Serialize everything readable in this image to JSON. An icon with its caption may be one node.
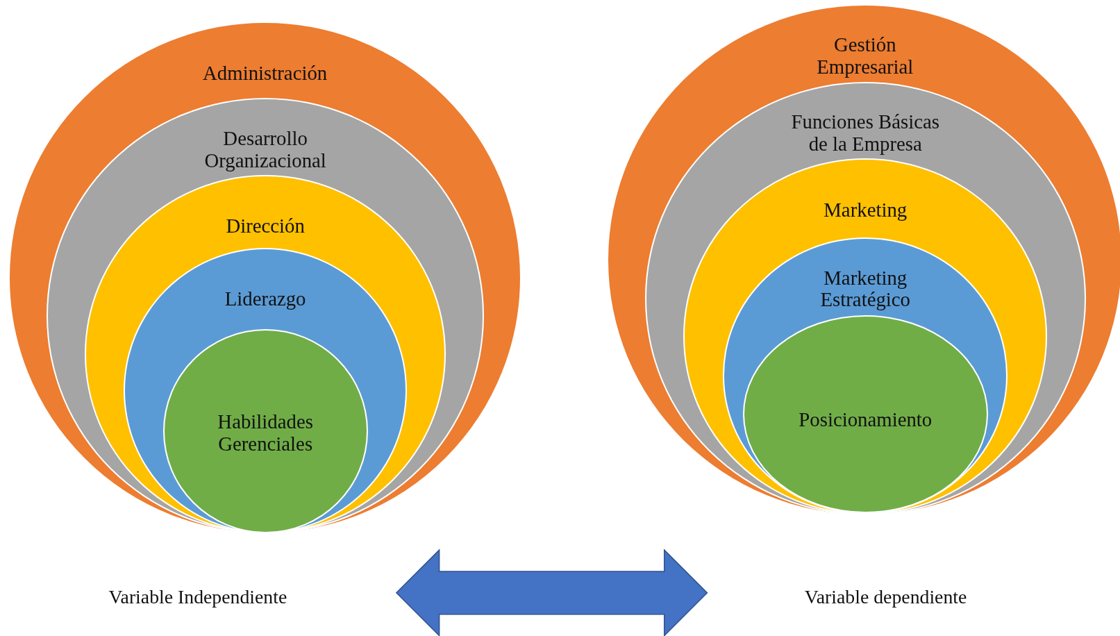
{
  "diagram": {
    "nodes": [
      {
        "text": [
          "Administración"
        ]
      },
      {
        "text": [
          "Desarrollo Organizacional"
        ],
        "in": 0
      },
      {
        "text": [
          "Dirección"
        ],
        "in": 1
      },
      {
        "text": [
          "Liderazgo"
        ],
        "in": 2
      },
      {
        "text": [
          "Habilidades Gerenciales"
        ],
        "in": 3
      },
      {
        "text": [
          "Gestión Empresarial"
        ]
      },
      {
        "text": [
          "Funciones Básicas de la Empresa"
        ],
        "in": 5
      },
      {
        "text": [
          "Marketing"
        ],
        "in": 6
      },
      {
        "text": [
          "Marketing Estratégico"
        ],
        "in": 7
      },
      {
        "text": [
          "Posicionamiento"
        ],
        "in": 8
      },
      {
        "text": [
          "Variable Independiente"
        ]
      },
      {
        "text": [
          "Variable dependiente"
        ]
      }
    ],
    "edges": [
      {
        "from": 10,
        "to": 11,
        "arrow": "both"
      }
    ]
  }
}
